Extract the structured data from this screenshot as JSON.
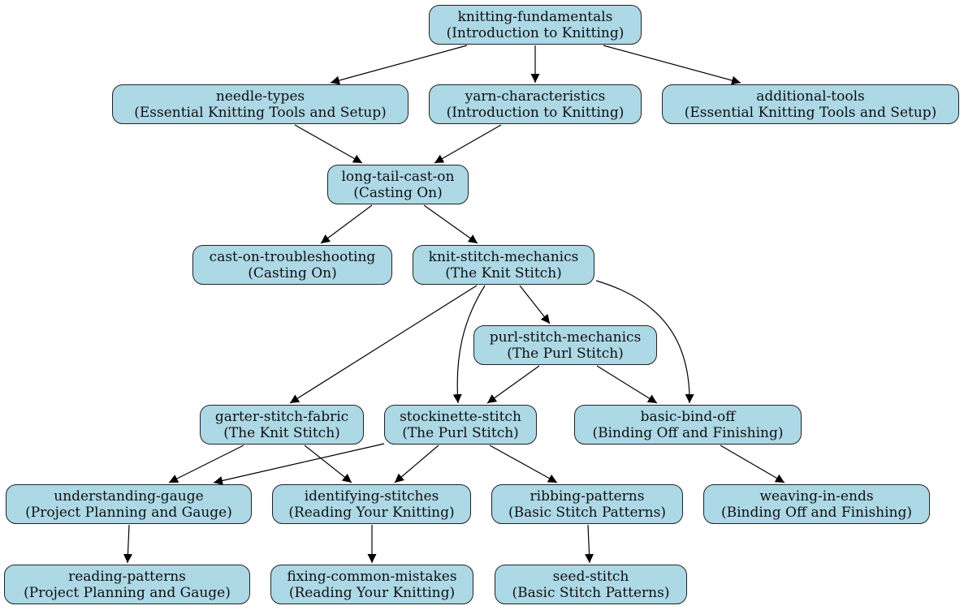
{
  "graph": {
    "node_fill": "#add8e6",
    "edge_color": "#000000",
    "nodes": [
      {
        "id": "knitting-fundamentals",
        "label": "knitting-fundamentals",
        "module": "(Introduction to Knitting)"
      },
      {
        "id": "needle-types",
        "label": "needle-types",
        "module": "(Essential Knitting Tools and Setup)"
      },
      {
        "id": "yarn-characteristics",
        "label": "yarn-characteristics",
        "module": "(Introduction to Knitting)"
      },
      {
        "id": "additional-tools",
        "label": "additional-tools",
        "module": "(Essential Knitting Tools and Setup)"
      },
      {
        "id": "long-tail-cast-on",
        "label": "long-tail-cast-on",
        "module": "(Casting On)"
      },
      {
        "id": "cast-on-troubleshooting",
        "label": "cast-on-troubleshooting",
        "module": "(Casting On)"
      },
      {
        "id": "knit-stitch-mechanics",
        "label": "knit-stitch-mechanics",
        "module": "(The Knit Stitch)"
      },
      {
        "id": "purl-stitch-mechanics",
        "label": "purl-stitch-mechanics",
        "module": "(The Purl Stitch)"
      },
      {
        "id": "garter-stitch-fabric",
        "label": "garter-stitch-fabric",
        "module": "(The Knit Stitch)"
      },
      {
        "id": "stockinette-stitch",
        "label": "stockinette-stitch",
        "module": "(The Purl Stitch)"
      },
      {
        "id": "basic-bind-off",
        "label": "basic-bind-off",
        "module": "(Binding Off and Finishing)"
      },
      {
        "id": "understanding-gauge",
        "label": "understanding-gauge",
        "module": "(Project Planning and Gauge)"
      },
      {
        "id": "identifying-stitches",
        "label": "identifying-stitches",
        "module": "(Reading Your Knitting)"
      },
      {
        "id": "ribbing-patterns",
        "label": "ribbing-patterns",
        "module": "(Basic Stitch Patterns)"
      },
      {
        "id": "weaving-in-ends",
        "label": "weaving-in-ends",
        "module": "(Binding Off and Finishing)"
      },
      {
        "id": "reading-patterns",
        "label": "reading-patterns",
        "module": "(Project Planning and Gauge)"
      },
      {
        "id": "fixing-common-mistakes",
        "label": "fixing-common-mistakes",
        "module": "(Reading Your Knitting)"
      },
      {
        "id": "seed-stitch",
        "label": "seed-stitch",
        "module": "(Basic Stitch Patterns)"
      }
    ],
    "edges": [
      {
        "from": "knitting-fundamentals",
        "to": "needle-types"
      },
      {
        "from": "knitting-fundamentals",
        "to": "yarn-characteristics"
      },
      {
        "from": "knitting-fundamentals",
        "to": "additional-tools"
      },
      {
        "from": "needle-types",
        "to": "long-tail-cast-on"
      },
      {
        "from": "yarn-characteristics",
        "to": "long-tail-cast-on"
      },
      {
        "from": "long-tail-cast-on",
        "to": "cast-on-troubleshooting"
      },
      {
        "from": "long-tail-cast-on",
        "to": "knit-stitch-mechanics"
      },
      {
        "from": "knit-stitch-mechanics",
        "to": "garter-stitch-fabric"
      },
      {
        "from": "knit-stitch-mechanics",
        "to": "stockinette-stitch"
      },
      {
        "from": "knit-stitch-mechanics",
        "to": "purl-stitch-mechanics"
      },
      {
        "from": "knit-stitch-mechanics",
        "to": "basic-bind-off"
      },
      {
        "from": "purl-stitch-mechanics",
        "to": "stockinette-stitch"
      },
      {
        "from": "purl-stitch-mechanics",
        "to": "basic-bind-off"
      },
      {
        "from": "garter-stitch-fabric",
        "to": "understanding-gauge"
      },
      {
        "from": "garter-stitch-fabric",
        "to": "identifying-stitches"
      },
      {
        "from": "stockinette-stitch",
        "to": "understanding-gauge"
      },
      {
        "from": "stockinette-stitch",
        "to": "identifying-stitches"
      },
      {
        "from": "stockinette-stitch",
        "to": "ribbing-patterns"
      },
      {
        "from": "basic-bind-off",
        "to": "weaving-in-ends"
      },
      {
        "from": "understanding-gauge",
        "to": "reading-patterns"
      },
      {
        "from": "identifying-stitches",
        "to": "fixing-common-mistakes"
      },
      {
        "from": "ribbing-patterns",
        "to": "seed-stitch"
      }
    ]
  }
}
